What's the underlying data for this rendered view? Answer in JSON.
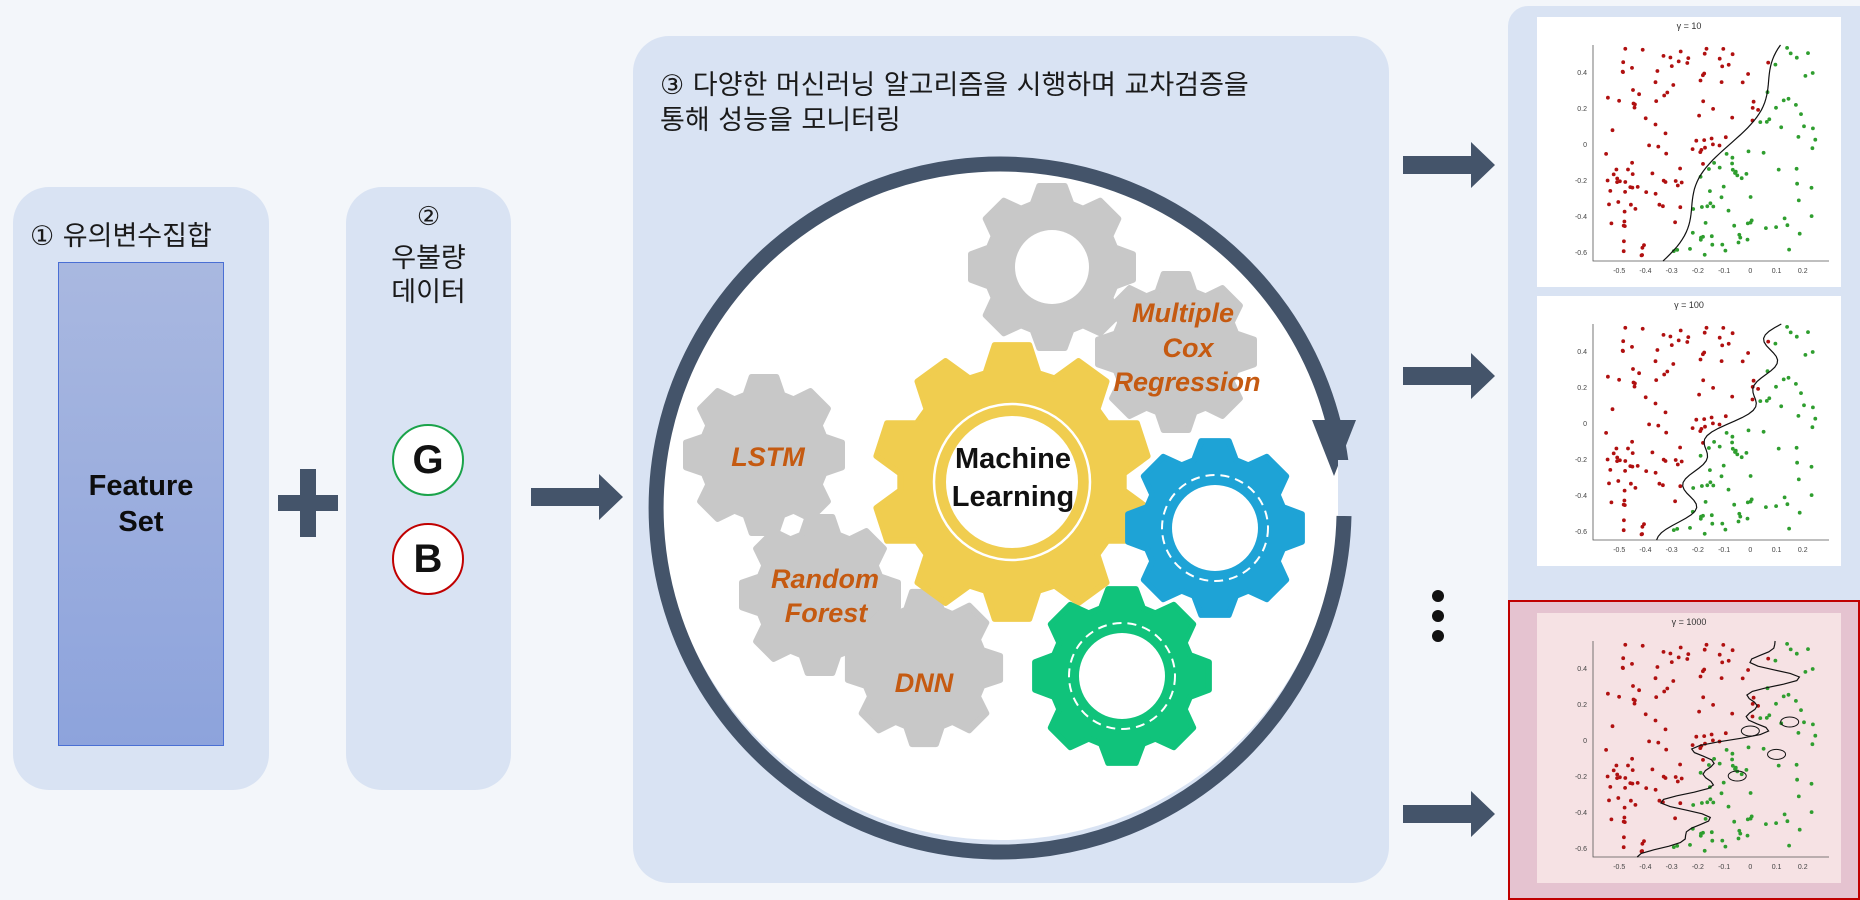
{
  "colors": {
    "panel": "#d9e3f3",
    "arrow": "#44546a",
    "gear_gray": "#c8c8c8",
    "gear_yellow": "#f0cd4f",
    "gear_blue": "#1ea3d6",
    "gear_green": "#10c37b",
    "algo_label": "#c55a11",
    "good_class": "#2f9e2f",
    "bad_class": "#b01010",
    "highlight_border": "#c00000"
  },
  "step1": {
    "title": "① 유의변수집합",
    "box_label_line1": "Feature",
    "box_label_line2": "Set"
  },
  "plus_icon": "plus-icon",
  "step2": {
    "number": "②",
    "title_line1": "우불량",
    "title_line2": "데이터",
    "badge_good": "G",
    "badge_bad": "B"
  },
  "step3": {
    "title_line1": "③ 다양한 머신러닝 알고리즘을 시행하며 교차검증을",
    "title_line2": "통해 성능을 모니터링",
    "center_line1": "Machine",
    "center_line2": "Learning",
    "algorithms": {
      "multiple": "Multiple",
      "cox": "Cox",
      "regression": "Regression",
      "lstm": "LSTM",
      "random": "Random",
      "forest": "Forest",
      "dnn": "DNN"
    }
  },
  "ellipsis": "⋮",
  "plots": [
    {
      "title": "γ = 10"
    },
    {
      "title": "γ = 100"
    },
    {
      "title": "γ = 1000"
    }
  ],
  "axes": {
    "x_ticks": [
      "-0.5",
      "-0.4",
      "-0.3",
      "-0.2",
      "-0.1",
      "0",
      "0.1",
      "0.2"
    ],
    "y_ticks": [
      "0.4",
      "0.2",
      "0",
      "-0.2",
      "-0.4",
      "-0.6"
    ]
  }
}
